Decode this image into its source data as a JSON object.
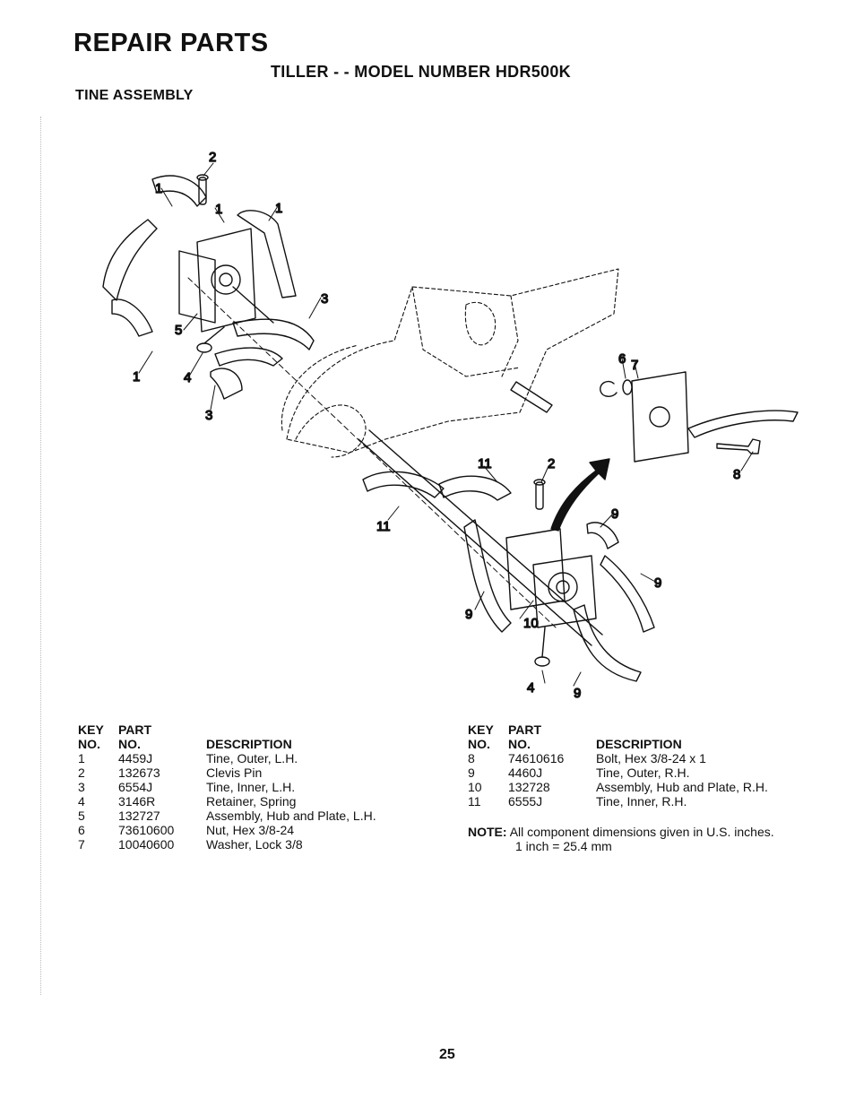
{
  "header": {
    "title": "REPAIR PARTS",
    "model": "TILLER - - MODEL NUMBER HDR500K",
    "section": "TINE ASSEMBLY"
  },
  "diagram": {
    "callouts": [
      "2",
      "1",
      "1",
      "1",
      "3",
      "5",
      "1",
      "4",
      "3",
      "6",
      "7",
      "8",
      "11",
      "2",
      "11",
      "9",
      "9",
      "9",
      "10",
      "4",
      "9"
    ]
  },
  "table_left": {
    "headers": {
      "key_top": "KEY",
      "part_top": "PART",
      "key": "NO.",
      "part": "NO.",
      "desc": "DESCRIPTION"
    },
    "rows": [
      {
        "key": "1",
        "part": "4459J",
        "desc": "Tine, Outer, L.H."
      },
      {
        "key": "2",
        "part": "132673",
        "desc": "Clevis Pin"
      },
      {
        "key": "3",
        "part": "6554J",
        "desc": "Tine, Inner, L.H."
      },
      {
        "key": "4",
        "part": "3146R",
        "desc": "Retainer, Spring"
      },
      {
        "key": "5",
        "part": "132727",
        "desc": "Assembly, Hub and Plate, L.H."
      },
      {
        "key": "6",
        "part": "73610600",
        "desc": "Nut, Hex 3/8-24"
      },
      {
        "key": "7",
        "part": "10040600",
        "desc": "Washer, Lock 3/8"
      }
    ]
  },
  "table_right": {
    "headers": {
      "key_top": "KEY",
      "part_top": "PART",
      "key": "NO.",
      "part": "NO.",
      "desc": "DESCRIPTION"
    },
    "rows": [
      {
        "key": "8",
        "part": "74610616",
        "desc": "Bolt, Hex 3/8-24 x 1"
      },
      {
        "key": "9",
        "part": "4460J",
        "desc": "Tine, Outer, R.H."
      },
      {
        "key": "10",
        "part": "132728",
        "desc": "Assembly, Hub and Plate, R.H."
      },
      {
        "key": "11",
        "part": "6555J",
        "desc": "Tine, Inner, R.H."
      }
    ]
  },
  "note": {
    "label": "NOTE:",
    "line1": "All component dimensions given in U.S. inches.",
    "line2": "1 inch = 25.4 mm"
  },
  "footer": {
    "page_number": "25"
  }
}
